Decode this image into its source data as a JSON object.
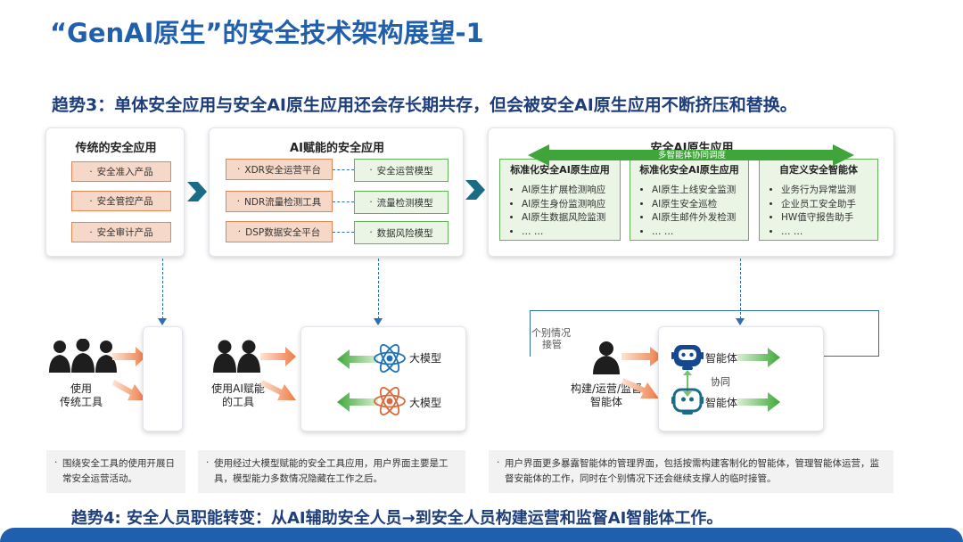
{
  "title": "“GenAI原生”的安全技术架构展望-1",
  "trend3": "趋势3：单体安全应用与安全AI原生应用还会存长期共存，但会被安全AI原生应用不断挤压和替换。",
  "traditional": {
    "title": "传统的安全应用",
    "items": [
      "安全准入产品",
      "安全管控产品",
      "安全审计产品"
    ]
  },
  "ai_enabled": {
    "title": "AI赋能的安全应用",
    "platforms": [
      "XDR安全运营平台",
      "NDR流量检测工具",
      "DSP数据安全平台"
    ],
    "models": [
      "安全运营模型",
      "流量检测模型",
      "数据风险模型"
    ]
  },
  "ai_native": {
    "title": "安全AI原生应用",
    "arrow_label": "多智能体协同调度",
    "columns": [
      {
        "title": "标准化安全AI原生应用",
        "items": [
          "AI原生扩展检测响应",
          "AI原生身份监测响应",
          "AI原生数据风险监测",
          "… …"
        ]
      },
      {
        "title": "标准化安全AI原生应用",
        "items": [
          "AI原生上线安全监测",
          "AI原生安全巡检",
          "AI原生邮件外发检测",
          "… …"
        ]
      },
      {
        "title": "自定义安全智能体",
        "items": [
          "业务行为异常监测",
          "企业员工安全助手",
          "HW值守报告助手",
          "… …"
        ]
      }
    ]
  },
  "usage": {
    "col1_label": [
      "使用",
      "传统工具"
    ],
    "col2_label": [
      "使用AI赋能",
      "的工具"
    ],
    "model_label": "大模型",
    "col3_label": [
      "构建/运营/监督",
      "智能体"
    ],
    "exception_label": [
      "个别情况",
      "接管"
    ],
    "agent_label": "智能体",
    "coop_label": "协同"
  },
  "notes": [
    "围绕安全工具的使用开展日常安全运营活动。",
    "使用经过大模型赋能的安全工具应用，用户界面主要是工具，模型能力多数情况隐藏在工作之后。",
    "用户界面更多暴露智能体的管理界面，包括按需构建客制化的智能体，管理智能体运营，监督安能体的工作，同时在个别情况下还会继续支撑人的临时接管。"
  ],
  "trend4": "趋势4: 安全人员职能转变：从AI辅助安全人员→到安全人员构建运营和监督AI智能体工作。",
  "colors": {
    "title": "#1f5fad",
    "orange": "#f0844c",
    "green": "#5bb24f",
    "blue_dark": "#1d3e7a",
    "teal": "#1a6b88"
  }
}
